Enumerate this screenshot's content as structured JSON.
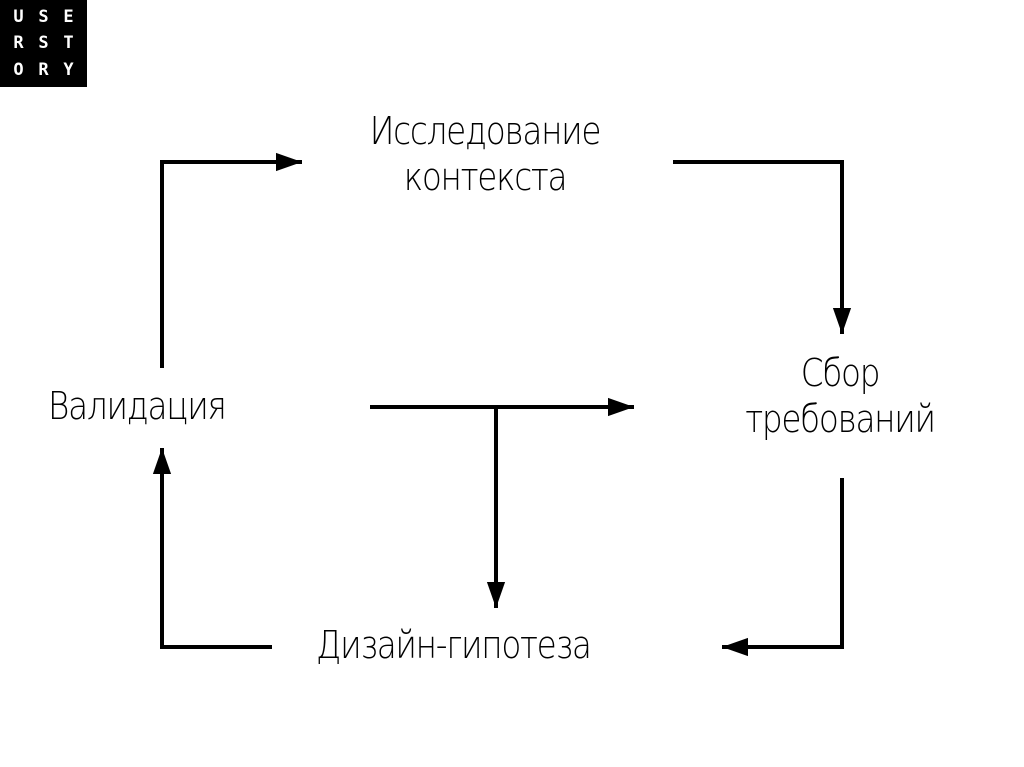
{
  "logo": {
    "letters": [
      "U",
      "S",
      "E",
      "R",
      "S",
      "T",
      "O",
      "R",
      "Y"
    ]
  },
  "nodes": {
    "research": {
      "line1": "Исследование",
      "line2": "контекста"
    },
    "requirements": {
      "line1": "Сбор",
      "line2": "требований"
    },
    "validation": {
      "label": "Валидация"
    },
    "hypothesis": {
      "label": "Дизайн-гипотеза"
    }
  },
  "colors": {
    "ink": "#000000",
    "background": "#ffffff",
    "logo_bg": "#000000",
    "logo_fg": "#ffffff"
  }
}
